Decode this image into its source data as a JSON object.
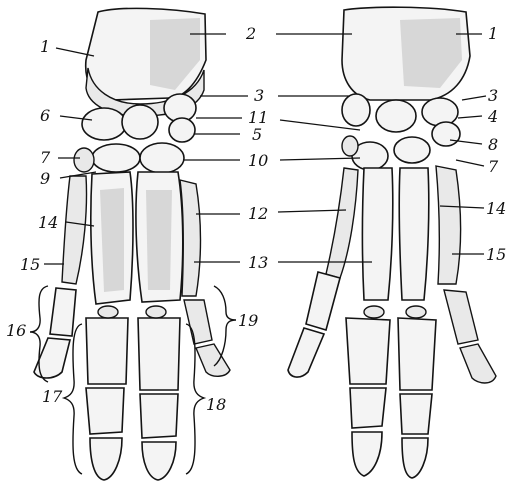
{
  "figure": {
    "left_view_labels": {
      "l1": "1",
      "l6": "6",
      "l7": "7",
      "l9": "9",
      "l14": "14",
      "l15": "15",
      "l16": "16",
      "l17": "17"
    },
    "center_labels": {
      "c2": "2",
      "c3": "3",
      "c11": "11",
      "c5": "5",
      "c10": "10",
      "c12": "12",
      "c13": "13",
      "c18": "18",
      "c19": "19"
    },
    "right_view_labels": {
      "r1": "1",
      "r3": "3",
      "r4": "4",
      "r8": "8",
      "r7": "7",
      "r14": "14",
      "r15": "15"
    }
  }
}
